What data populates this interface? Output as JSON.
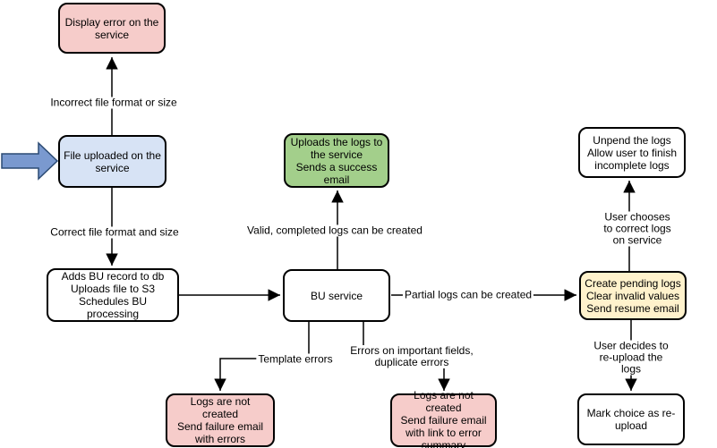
{
  "diagram": {
    "nodes": {
      "display_error": {
        "text": "Display error on the\nservice",
        "color": "#F6CCCA"
      },
      "file_uploaded": {
        "text": "File uploaded on the\nservice",
        "color": "#D7E3F5"
      },
      "adds_bu": {
        "text": "Adds BU record to db\nUploads file to S3\nSchedules BU processing",
        "color": "#FFFFFF"
      },
      "bu_service": {
        "text": "BU service",
        "color": "#FFFFFF"
      },
      "upload_success": {
        "text": "Uploads the logs to\nthe service\nSends a success\nemail",
        "color": "#A3CF8B"
      },
      "unpend_logs": {
        "text": "Unpend the logs\nAllow user to finish\nincomplete logs",
        "color": "#FFFFFF"
      },
      "create_pending": {
        "text": "Create pending logs\nClear invalid values\nSend resume email",
        "color": "#FFF2CC"
      },
      "mark_reupload": {
        "text": "Mark choice as re-\nupload",
        "color": "#FFFFFF"
      },
      "fail_template": {
        "text": "Logs are not created\nSend failure email\nwith errors",
        "color": "#F6CCCA"
      },
      "fail_fields": {
        "text": "Logs are not created\nSend failure email\nwith link to error\nsummary",
        "color": "#F6CCCA"
      }
    },
    "edge_labels": {
      "incorrect": "Incorrect file format or size",
      "correct": "Correct file format and size",
      "valid": "Valid, completed logs can be created",
      "partial": "Partial logs can be created",
      "choose_correct": "User chooses to correct logs on service",
      "decide_reupload": "User decides to re-upload the logs",
      "template_errors": "Template errors",
      "field_errors": "Errors on important fields,\nduplicate errors"
    },
    "colors": {
      "border": "#000000",
      "line": "#000000",
      "pink_fill": "#F6CCCA",
      "blue_fill": "#D7E3F5",
      "green_fill": "#A3CF8B",
      "yellow_fill": "#FFF2CC",
      "white_fill": "#FFFFFF",
      "input_arrow_fill": "#7A99CF",
      "input_arrow_stroke": "#2B4A73"
    }
  }
}
